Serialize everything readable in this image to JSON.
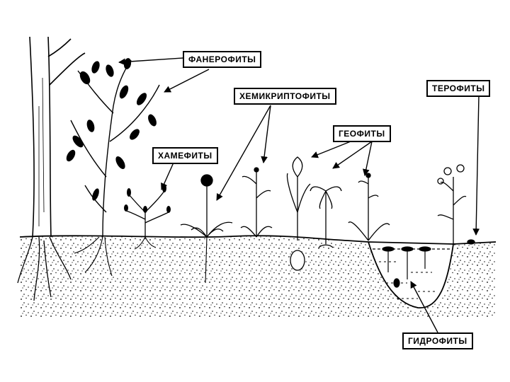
{
  "labels": {
    "phanerophytes": "ФАНЕРОФИТЫ",
    "hemicryptophytes": "ХЕМИКРИПТОФИТЫ",
    "therophytes": "ТЕРОФИТЫ",
    "geophytes": "ГЕОФИТЫ",
    "chamaephytes": "ХАМЕФИТЫ",
    "hydrophytes": "ГИДРОФИТЫ"
  },
  "colors": {
    "ink": "#000000",
    "paper": "#ffffff"
  }
}
